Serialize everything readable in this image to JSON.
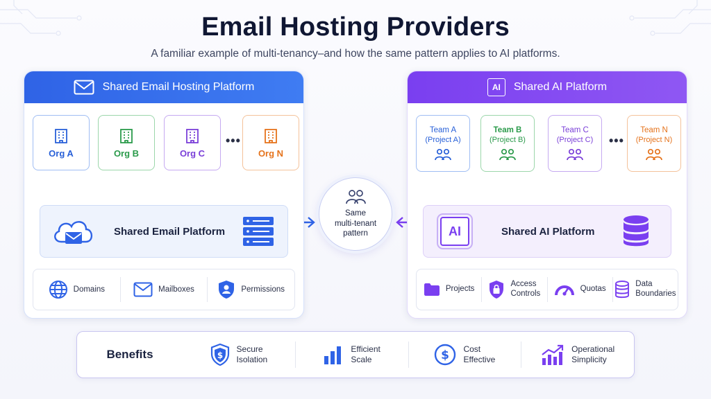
{
  "title": "Email Hosting Providers",
  "subtitle": "A familiar example of multi-tenancy–and how the same pattern applies to AI platforms.",
  "left_panel": {
    "header": "Shared Email Hosting Platform",
    "tenants": [
      {
        "label": "Org A"
      },
      {
        "label": "Org B"
      },
      {
        "label": "Org C"
      },
      {
        "label": "Org N"
      }
    ],
    "ellipsis": "•••",
    "platform": "Shared Email Platform",
    "features": [
      "Domains",
      "Mailboxes",
      "Permissions"
    ]
  },
  "right_panel": {
    "header": "Shared AI Platform",
    "header_badge": "AI",
    "tenants": [
      {
        "label": "Team A",
        "sub": "(Project A)"
      },
      {
        "label": "Team B",
        "sub": "(Project B)"
      },
      {
        "label": "Team C",
        "sub": "(Project C)"
      },
      {
        "label": "Team N",
        "sub": "(Project N)"
      }
    ],
    "ellipsis": "•••",
    "platform": "Shared AI Platform",
    "platform_badge": "AI",
    "features": [
      {
        "line1": "Projects",
        "line2": ""
      },
      {
        "line1": "Access",
        "line2": "Controls"
      },
      {
        "line1": "Quotas",
        "line2": ""
      },
      {
        "line1": "Data",
        "line2": "Boundaries"
      }
    ]
  },
  "center": {
    "line1": "Same",
    "line2": "multi-tenant",
    "line3": "pattern"
  },
  "benefits": {
    "label": "Benefits",
    "items": [
      {
        "line1": "Secure",
        "line2": "Isolation",
        "icon": "shield-dollar-icon"
      },
      {
        "line1": "Efficient",
        "line2": "Scale",
        "icon": "bar-chart-icon"
      },
      {
        "line1": "Cost",
        "line2": "Effective",
        "icon": "dollar-circle-icon"
      },
      {
        "line1": "Operational",
        "line2": "Simplicity",
        "icon": "trend-up-icon"
      }
    ]
  },
  "colors": {
    "blue": "#2f63e6",
    "purple": "#7a3ff0",
    "green": "#2a9a4a",
    "orange": "#e5731c"
  }
}
